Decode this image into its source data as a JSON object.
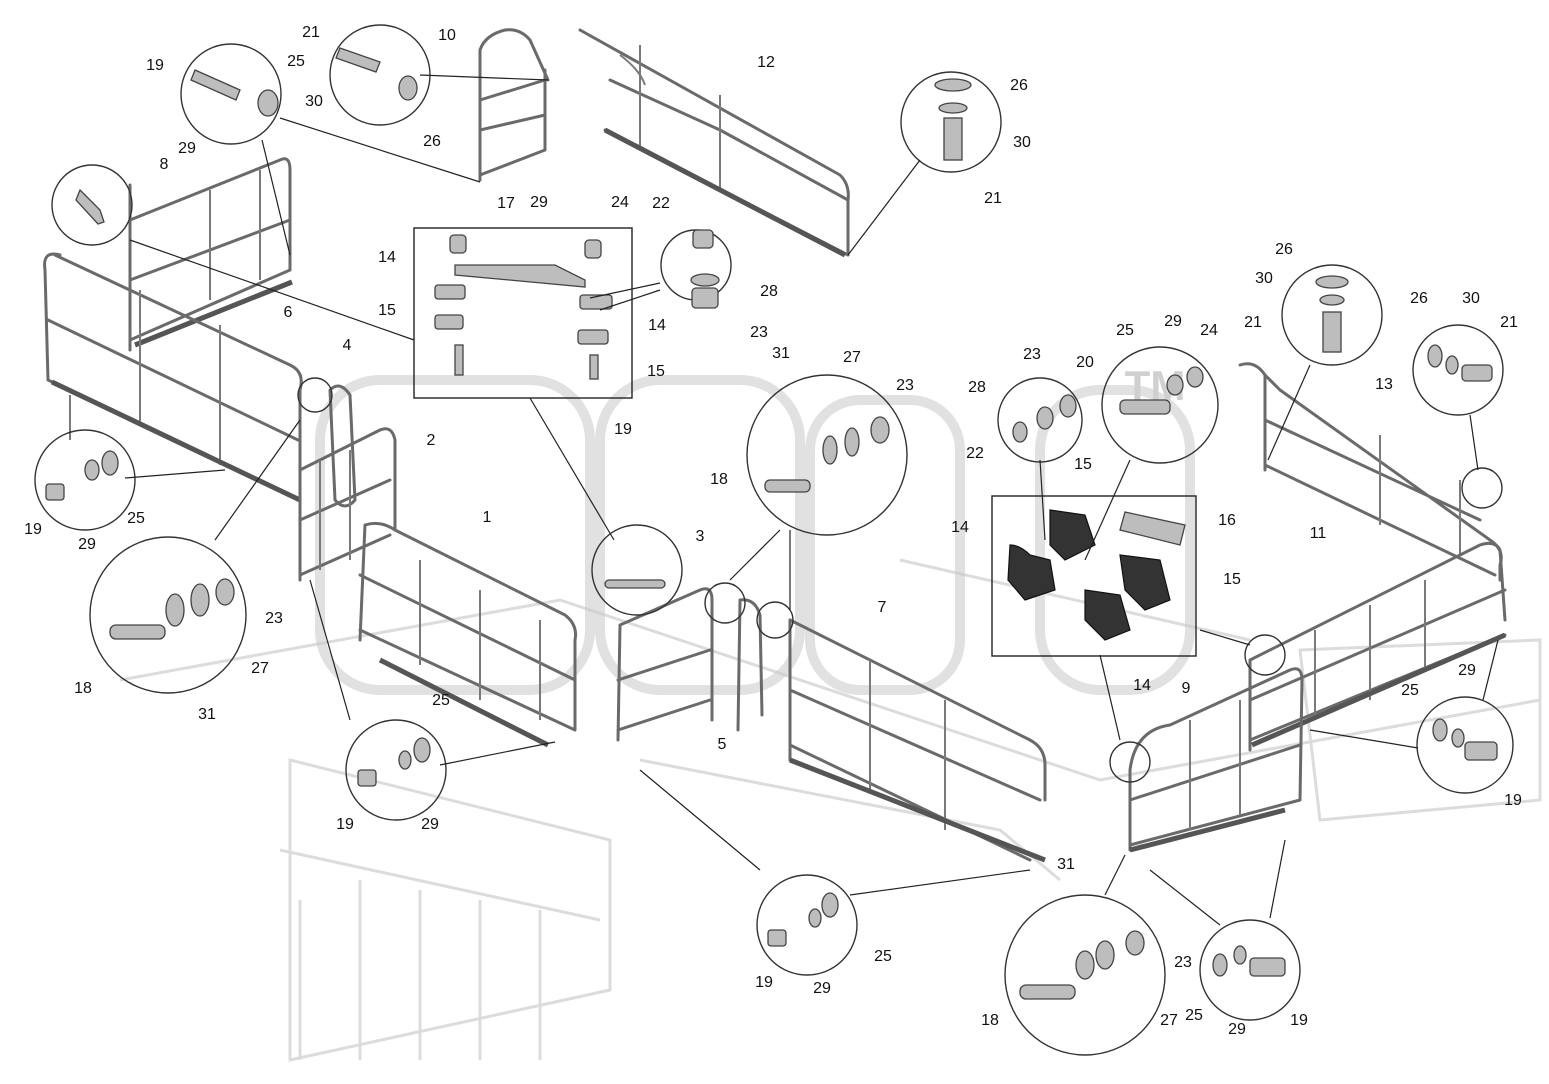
{
  "diagram": {
    "watermark_text": "",
    "trademark": "TM",
    "callouts": [
      {
        "id": "c1",
        "text": "1"
      },
      {
        "id": "c2",
        "text": "2"
      },
      {
        "id": "c3",
        "text": "3"
      },
      {
        "id": "c4",
        "text": "4"
      },
      {
        "id": "c5",
        "text": "5"
      },
      {
        "id": "c6",
        "text": "6"
      },
      {
        "id": "c7",
        "text": "7"
      },
      {
        "id": "c8",
        "text": "8"
      },
      {
        "id": "c9",
        "text": "9"
      },
      {
        "id": "c10",
        "text": "10"
      },
      {
        "id": "c11",
        "text": "11"
      },
      {
        "id": "c12",
        "text": "12"
      },
      {
        "id": "c13",
        "text": "13"
      },
      {
        "id": "c14a",
        "text": "14"
      },
      {
        "id": "c14b",
        "text": "14"
      },
      {
        "id": "c14c",
        "text": "14"
      },
      {
        "id": "c14d",
        "text": "14"
      },
      {
        "id": "c15a",
        "text": "15"
      },
      {
        "id": "c15b",
        "text": "15"
      },
      {
        "id": "c15c",
        "text": "15"
      },
      {
        "id": "c15d",
        "text": "15"
      },
      {
        "id": "c16",
        "text": "16"
      },
      {
        "id": "c17",
        "text": "17"
      },
      {
        "id": "c18a",
        "text": "18"
      },
      {
        "id": "c18b",
        "text": "18"
      },
      {
        "id": "c18c",
        "text": "18"
      },
      {
        "id": "c19a",
        "text": "19"
      },
      {
        "id": "c19b",
        "text": "19"
      },
      {
        "id": "c19c",
        "text": "19"
      },
      {
        "id": "c19d",
        "text": "19"
      },
      {
        "id": "c19e",
        "text": "19"
      },
      {
        "id": "c19f",
        "text": "19"
      },
      {
        "id": "c19g",
        "text": "19"
      },
      {
        "id": "c20",
        "text": "20"
      },
      {
        "id": "c21a",
        "text": "21"
      },
      {
        "id": "c21b",
        "text": "21"
      },
      {
        "id": "c21c",
        "text": "21"
      },
      {
        "id": "c21d",
        "text": "21"
      },
      {
        "id": "c22a",
        "text": "22"
      },
      {
        "id": "c22b",
        "text": "22"
      },
      {
        "id": "c23a",
        "text": "23"
      },
      {
        "id": "c23b",
        "text": "23"
      },
      {
        "id": "c23c",
        "text": "23"
      },
      {
        "id": "c23d",
        "text": "23"
      },
      {
        "id": "c23e",
        "text": "23"
      },
      {
        "id": "c24a",
        "text": "24"
      },
      {
        "id": "c24b",
        "text": "24"
      },
      {
        "id": "c25a",
        "text": "25"
      },
      {
        "id": "c25b",
        "text": "25"
      },
      {
        "id": "c25c",
        "text": "25"
      },
      {
        "id": "c25d",
        "text": "25"
      },
      {
        "id": "c25e",
        "text": "25"
      },
      {
        "id": "c25f",
        "text": "25"
      },
      {
        "id": "c25g",
        "text": "25"
      },
      {
        "id": "c26a",
        "text": "26"
      },
      {
        "id": "c26b",
        "text": "26"
      },
      {
        "id": "c26c",
        "text": "26"
      },
      {
        "id": "c26d",
        "text": "26"
      },
      {
        "id": "c27a",
        "text": "27"
      },
      {
        "id": "c27b",
        "text": "27"
      },
      {
        "id": "c27c",
        "text": "27"
      },
      {
        "id": "c28a",
        "text": "28"
      },
      {
        "id": "c28b",
        "text": "28"
      },
      {
        "id": "c29a",
        "text": "29"
      },
      {
        "id": "c29b",
        "text": "29"
      },
      {
        "id": "c29c",
        "text": "29"
      },
      {
        "id": "c29d",
        "text": "29"
      },
      {
        "id": "c29e",
        "text": "29"
      },
      {
        "id": "c29f",
        "text": "29"
      },
      {
        "id": "c29g",
        "text": "29"
      },
      {
        "id": "c29h",
        "text": "29"
      },
      {
        "id": "c29i",
        "text": "29"
      },
      {
        "id": "c30a",
        "text": "30"
      },
      {
        "id": "c30b",
        "text": "30"
      },
      {
        "id": "c30c",
        "text": "30"
      },
      {
        "id": "c30d",
        "text": "30"
      },
      {
        "id": "c31a",
        "text": "31"
      },
      {
        "id": "c31b",
        "text": "31"
      },
      {
        "id": "c31c",
        "text": "31"
      }
    ]
  }
}
